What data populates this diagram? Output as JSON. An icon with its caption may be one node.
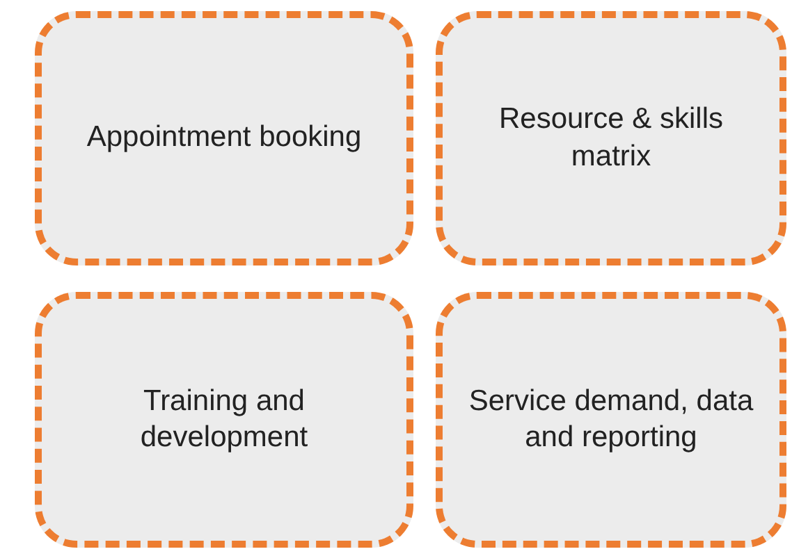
{
  "diagram": {
    "nodes": [
      {
        "text": [
          "Appointment booking"
        ]
      },
      {
        "text": [
          "Resource & skills matrix"
        ]
      },
      {
        "text": [
          "Training and development"
        ]
      },
      {
        "text": [
          "Service demand, data and reporting"
        ]
      }
    ]
  }
}
